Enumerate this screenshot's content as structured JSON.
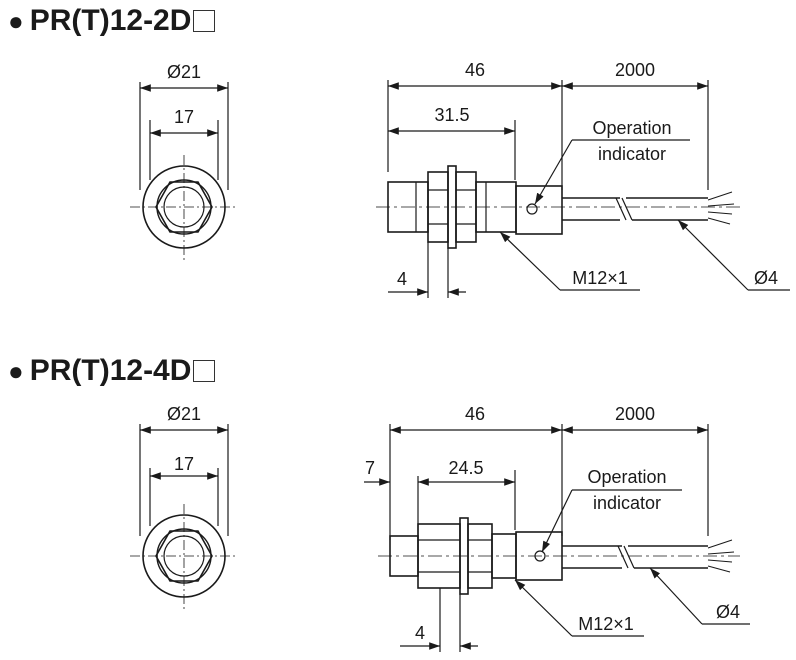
{
  "sections": [
    {
      "model_prefix": "PR(T)12-2D",
      "bullet": "●",
      "dims": {
        "outer_dia": "Ø21",
        "hex_width": "17",
        "total_length": "46",
        "cable_length": "2000",
        "thread_length": "31.5",
        "nut_thickness": "4",
        "thread_size": "M12×1",
        "cable_dia": "Ø4"
      },
      "indicator_label": [
        "Operation",
        "indicator"
      ]
    },
    {
      "model_prefix": "PR(T)12-4D",
      "bullet": "●",
      "dims": {
        "outer_dia": "Ø21",
        "hex_width": "17",
        "total_length": "46",
        "cable_length": "2000",
        "sensing_offset": "7",
        "thread_length": "24.5",
        "nut_thickness": "4",
        "thread_size": "M12×1",
        "cable_dia": "Ø4"
      },
      "indicator_label": [
        "Operation",
        "indicator"
      ]
    }
  ],
  "colors": {
    "line": "#1a1a1a",
    "background": "#ffffff"
  }
}
